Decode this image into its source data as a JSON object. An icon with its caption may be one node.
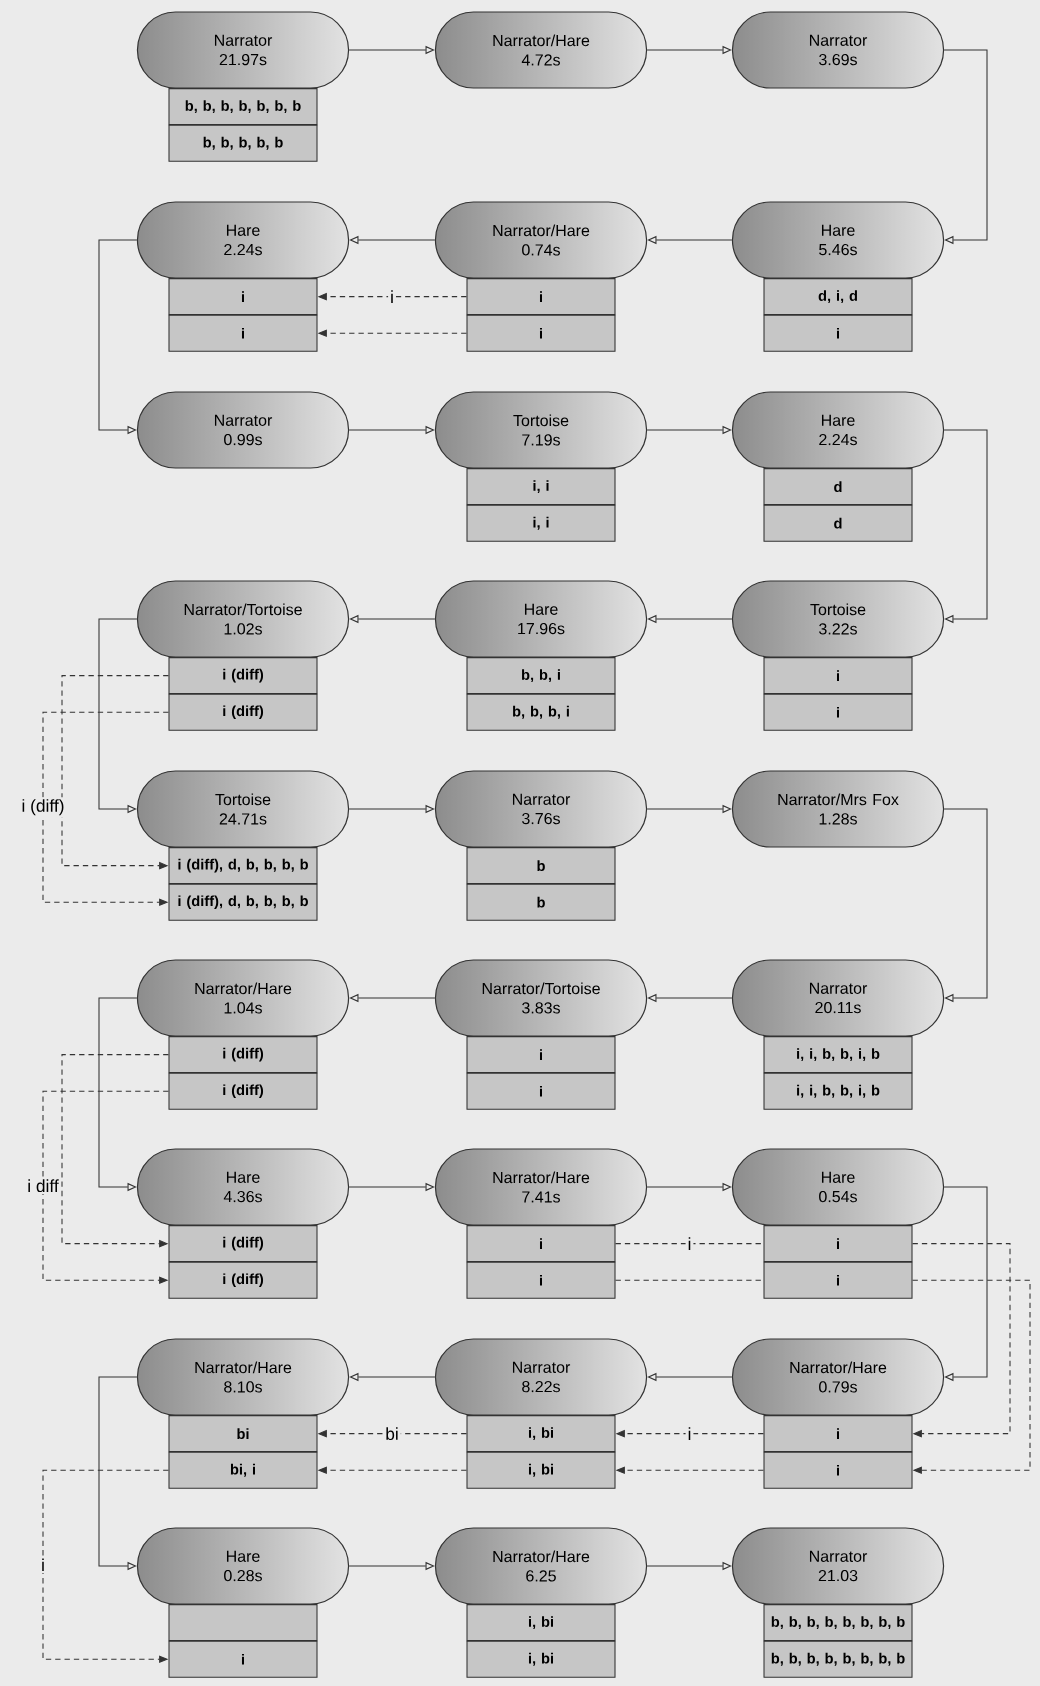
{
  "diagram": {
    "nodes": [
      {
        "text": [
          "Narrator",
          "21.97s"
        ]
      },
      {
        "text": [
          "b, b, b, b, b, b, b"
        ]
      },
      {
        "text": [
          "b, b, b, b, b"
        ]
      },
      {
        "text": [
          "Narrator/Hare",
          "4.72s"
        ]
      },
      {
        "text": [
          "Narrator",
          "3.69s"
        ]
      },
      {
        "text": [
          "Hare",
          "2.24s"
        ]
      },
      {
        "text": [
          "i"
        ]
      },
      {
        "text": [
          "i"
        ]
      },
      {
        "text": [
          "Narrator/Hare",
          "0.74s"
        ]
      },
      {
        "text": [
          "i"
        ]
      },
      {
        "text": [
          "i"
        ]
      },
      {
        "text": [
          "Hare",
          "5.46s"
        ]
      },
      {
        "text": [
          "d, i, d"
        ]
      },
      {
        "text": [
          "i"
        ]
      },
      {
        "text": [
          "Narrator",
          "0.99s"
        ]
      },
      {
        "text": [
          "Tortoise",
          "7.19s"
        ]
      },
      {
        "text": [
          "i, i"
        ]
      },
      {
        "text": [
          "i, i"
        ]
      },
      {
        "text": [
          "Hare",
          "2.24s"
        ]
      },
      {
        "text": [
          "d"
        ]
      },
      {
        "text": [
          "d"
        ]
      },
      {
        "text": [
          "Narrator/Tortoise",
          "1.02s"
        ]
      },
      {
        "text": [
          "i (diff)"
        ]
      },
      {
        "text": [
          "i (diff)"
        ]
      },
      {
        "text": [
          "Hare",
          "17.96s"
        ]
      },
      {
        "text": [
          "b, b, i"
        ]
      },
      {
        "text": [
          "b, b, b, i"
        ]
      },
      {
        "text": [
          "Tortoise",
          "3.22s"
        ]
      },
      {
        "text": [
          "i"
        ]
      },
      {
        "text": [
          "i"
        ]
      },
      {
        "text": [
          "Tortoise",
          "24.71s"
        ]
      },
      {
        "text": [
          "i (diff), d, b, b, b, b"
        ]
      },
      {
        "text": [
          "i (diff), d, b, b, b, b"
        ]
      },
      {
        "text": [
          "Narrator",
          "3.76s"
        ]
      },
      {
        "text": [
          "b"
        ]
      },
      {
        "text": [
          "b"
        ]
      },
      {
        "text": [
          "Narrator/Mrs Fox",
          "1.28s"
        ]
      },
      {
        "text": [
          "Narrator/Hare",
          "1.04s"
        ]
      },
      {
        "text": [
          "i (diff)"
        ]
      },
      {
        "text": [
          "i (diff)"
        ]
      },
      {
        "text": [
          "Narrator/Tortoise",
          "3.83s"
        ]
      },
      {
        "text": [
          "i"
        ]
      },
      {
        "text": [
          "i"
        ]
      },
      {
        "text": [
          "Narrator",
          "20.11s"
        ]
      },
      {
        "text": [
          "i, i, b, b, i, b"
        ]
      },
      {
        "text": [
          "i, i, b, b, i, b"
        ]
      },
      {
        "text": [
          "Hare",
          "4.36s"
        ]
      },
      {
        "text": [
          "i (diff)"
        ]
      },
      {
        "text": [
          "i (diff)"
        ]
      },
      {
        "text": [
          "Narrator/Hare",
          "7.41s"
        ]
      },
      {
        "text": [
          "i"
        ]
      },
      {
        "text": [
          "i"
        ]
      },
      {
        "text": [
          "Hare",
          "0.54s"
        ]
      },
      {
        "text": [
          "i"
        ]
      },
      {
        "text": [
          "i"
        ]
      },
      {
        "text": [
          "Narrator/Hare",
          "8.10s"
        ]
      },
      {
        "text": [
          "bi"
        ]
      },
      {
        "text": [
          "bi, i"
        ]
      },
      {
        "text": [
          "Narrator",
          "8.22s"
        ]
      },
      {
        "text": [
          "i, bi"
        ]
      },
      {
        "text": [
          "i, bi"
        ]
      },
      {
        "text": [
          "Narrator/Hare",
          "0.79s"
        ]
      },
      {
        "text": [
          "i"
        ]
      },
      {
        "text": [
          "i"
        ]
      },
      {
        "text": [
          "Hare",
          "0.28s"
        ]
      },
      {
        "text": [],
        "shape": "box"
      },
      {
        "text": [
          "i"
        ]
      },
      {
        "text": [
          "Narrator/Hare",
          "6.25"
        ]
      },
      {
        "text": [
          "i, bi"
        ]
      },
      {
        "text": [
          "i, bi"
        ]
      },
      {
        "text": [
          "Narrator",
          "21.03"
        ]
      },
      {
        "text": [
          "b, b, b, b, b, b, b, b"
        ]
      },
      {
        "text": [
          "b, b, b, b, b, b, b, b"
        ]
      }
    ],
    "edges": [
      {
        "from": 0,
        "to": 3,
        "arrow": "to"
      },
      {
        "from": 3,
        "to": 4,
        "arrow": "to"
      },
      {
        "from": 4,
        "to": 11,
        "arrow": "to"
      },
      {
        "from": 11,
        "to": 8,
        "arrow": "to"
      },
      {
        "from": 8,
        "to": 5,
        "arrow": "to"
      },
      {
        "from": 5,
        "to": 14,
        "arrow": "to"
      },
      {
        "from": 14,
        "to": 15,
        "arrow": "to"
      },
      {
        "from": 15,
        "to": 18,
        "arrow": "to"
      },
      {
        "from": 18,
        "to": 27,
        "arrow": "to"
      },
      {
        "from": 27,
        "to": 24,
        "arrow": "to"
      },
      {
        "from": 24,
        "to": 21,
        "arrow": "to"
      },
      {
        "from": 21,
        "to": 30,
        "arrow": "to"
      },
      {
        "from": 30,
        "to": 33,
        "arrow": "to"
      },
      {
        "from": 33,
        "to": 36,
        "arrow": "to"
      },
      {
        "from": 36,
        "to": 43,
        "arrow": "to"
      },
      {
        "from": 43,
        "to": 40,
        "arrow": "to"
      },
      {
        "from": 40,
        "to": 37,
        "arrow": "to"
      },
      {
        "from": 37,
        "to": 46,
        "arrow": "to"
      },
      {
        "from": 46,
        "to": 49,
        "arrow": "to"
      },
      {
        "from": 49,
        "to": 52,
        "arrow": "to"
      },
      {
        "from": 52,
        "to": 61,
        "arrow": "to"
      },
      {
        "from": 61,
        "to": 58,
        "arrow": "to"
      },
      {
        "from": 58,
        "to": 55,
        "arrow": "to"
      },
      {
        "from": 55,
        "to": 64,
        "arrow": "to"
      },
      {
        "from": 64,
        "to": 67,
        "arrow": "to"
      },
      {
        "from": 67,
        "to": 70,
        "arrow": "to"
      },
      {
        "from": 9,
        "to": 6,
        "arrow": "to",
        "style": "dashed",
        "label": "i"
      },
      {
        "from": 10,
        "to": 7,
        "arrow": "to",
        "style": "dashed"
      },
      {
        "from": 22,
        "to": 31,
        "arrow": "to",
        "style": "dashed"
      },
      {
        "from": 23,
        "to": 32,
        "arrow": "to",
        "style": "dashed",
        "label": "i (diff)"
      },
      {
        "from": 38,
        "to": 47,
        "arrow": "to",
        "style": "dashed"
      },
      {
        "from": 39,
        "to": 48,
        "arrow": "to",
        "style": "dashed",
        "label": "i diff"
      },
      {
        "from": 50,
        "to": 53,
        "arrow": "none",
        "style": "dashed",
        "label": "i"
      },
      {
        "from": 51,
        "to": 54,
        "arrow": "none",
        "style": "dashed"
      },
      {
        "from": 53,
        "to": 62,
        "arrow": "to",
        "style": "dashed"
      },
      {
        "from": 54,
        "to": 63,
        "arrow": "to",
        "style": "dashed"
      },
      {
        "from": 62,
        "to": 59,
        "arrow": "to",
        "style": "dashed",
        "label": "i"
      },
      {
        "from": 63,
        "to": 60,
        "arrow": "to",
        "style": "dashed"
      },
      {
        "from": 59,
        "to": 56,
        "arrow": "to",
        "style": "dashed",
        "label": "bi"
      },
      {
        "from": 60,
        "to": 57,
        "arrow": "to",
        "style": "dashed"
      },
      {
        "from": 57,
        "to": 66,
        "arrow": "to",
        "style": "dashed",
        "label": "i"
      }
    ]
  }
}
